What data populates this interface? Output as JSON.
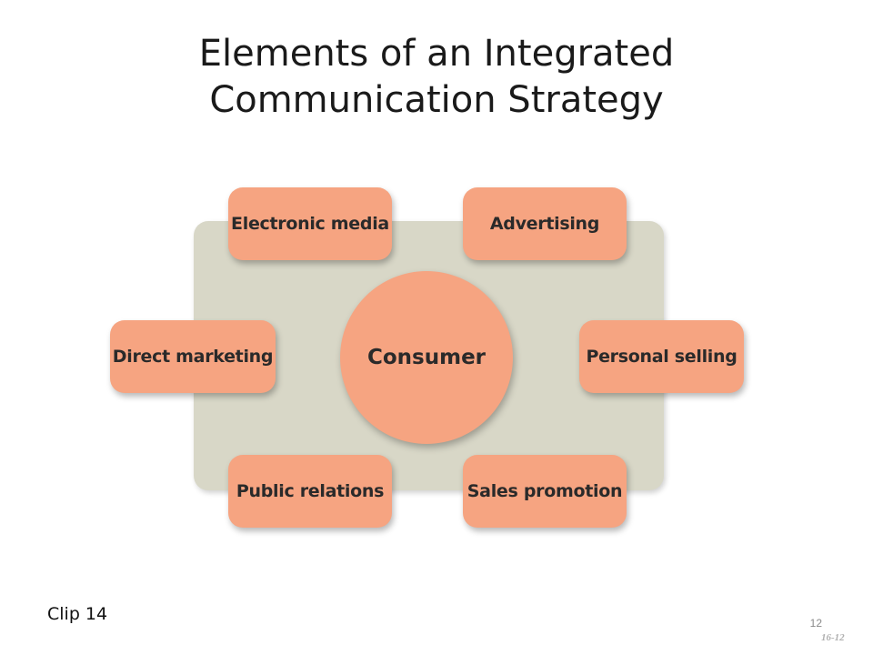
{
  "title": {
    "line1": "Elements of an Integrated",
    "line2": "Communication Strategy"
  },
  "diagram": {
    "center": "Consumer",
    "elements": [
      "Electronic media",
      "Advertising",
      "Direct marketing",
      "Personal selling",
      "Public relations",
      "Sales promotion"
    ],
    "colors": {
      "box_fill": "#f6a481",
      "panel_fill": "#d8d7c7"
    }
  },
  "footer": {
    "caption": "Clip 14",
    "slide_number": "12",
    "reference": "16-12"
  }
}
